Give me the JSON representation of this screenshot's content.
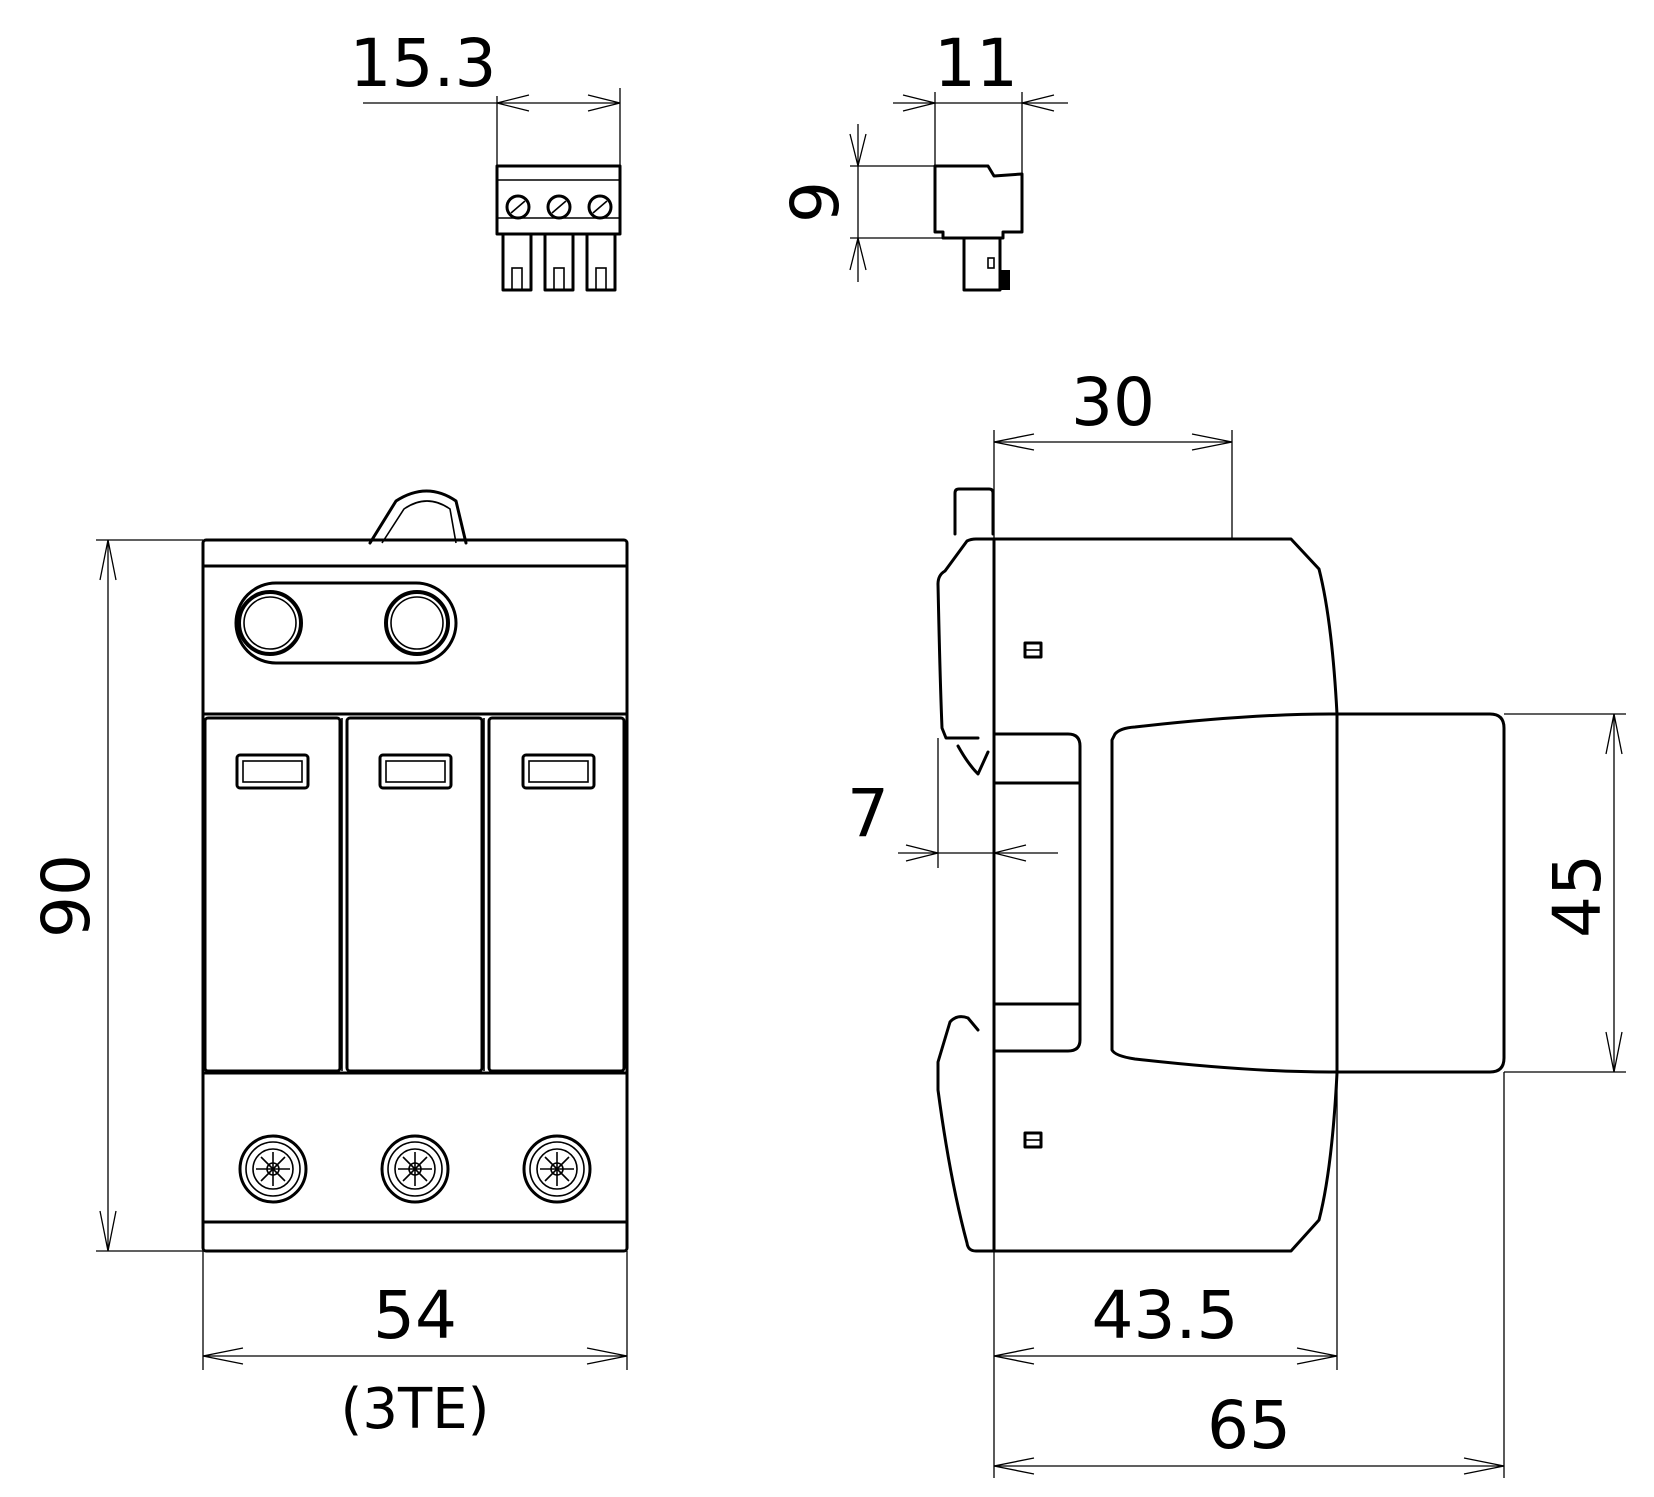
{
  "dimensions": {
    "connector_width": "15.3",
    "connector_side_width": "11",
    "connector_height": "9",
    "module_width_top": "30",
    "front_height": "90",
    "front_width": "54",
    "front_width_units": "(3TE)",
    "rail_offset": "7",
    "module_height": "45",
    "depth_partial": "43.5",
    "depth_total": "65"
  }
}
